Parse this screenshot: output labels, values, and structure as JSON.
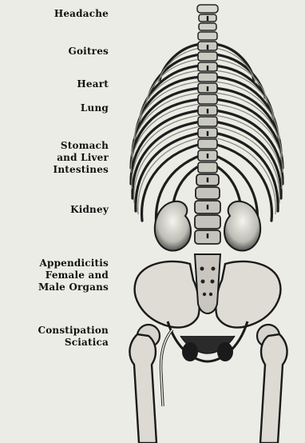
{
  "figure": {
    "labels": [
      {
        "id": "headache",
        "text": "Headache"
      },
      {
        "id": "goitres",
        "text": "Goitres"
      },
      {
        "id": "heart",
        "text": "Heart"
      },
      {
        "id": "lung",
        "text": "Lung"
      },
      {
        "id": "stomach",
        "text": "Stomach\nand Liver\nIntestines"
      },
      {
        "id": "kidney",
        "text": "Kidney"
      },
      {
        "id": "appendicitis",
        "text": "Appendicitis\nFemale and\nMale Organs"
      },
      {
        "id": "constipation",
        "text": "Constipation\nSciatica"
      }
    ]
  }
}
